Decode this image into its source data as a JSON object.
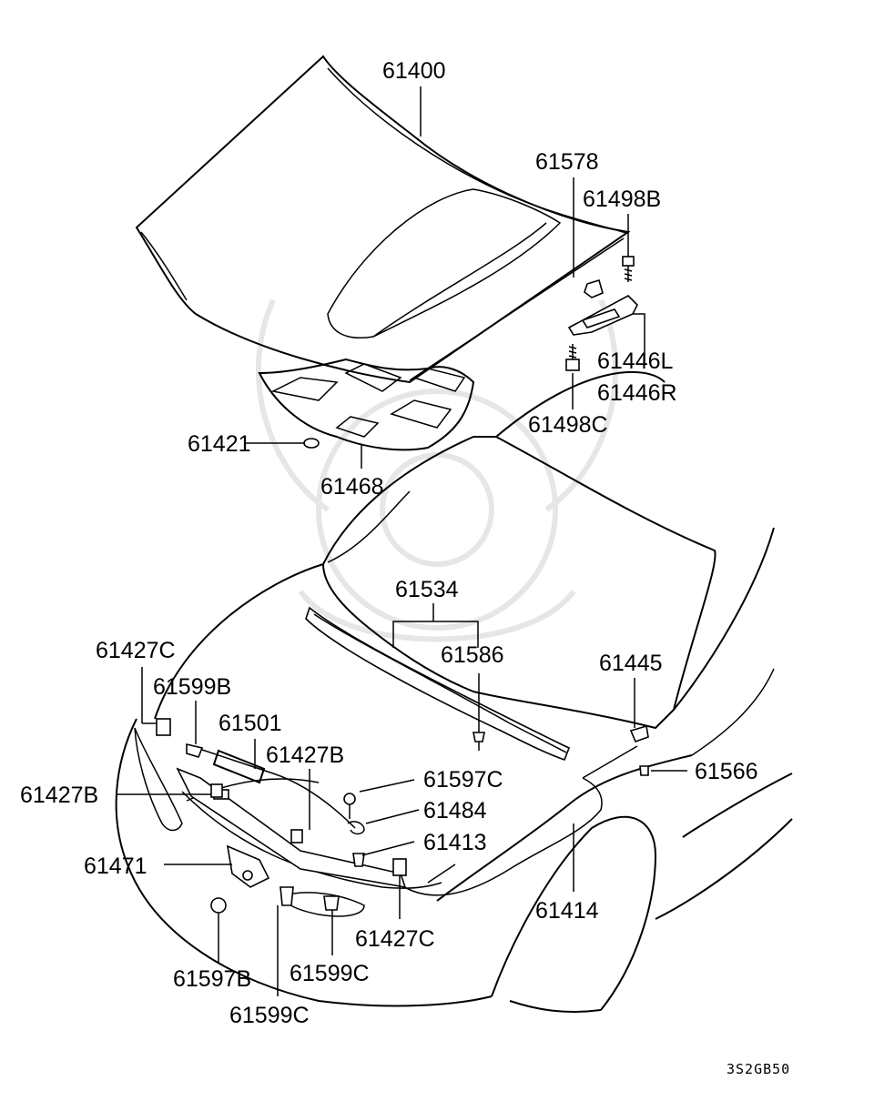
{
  "diagram_code": "3S2GB50",
  "parts": {
    "p61400": "61400",
    "p61578": "61578",
    "p61498B": "61498B",
    "p61446L": "61446L",
    "p61446R": "61446R",
    "p61498C": "61498C",
    "p61421": "61421",
    "p61468": "61468",
    "p61534": "61534",
    "p61586": "61586",
    "p61445": "61445",
    "p61427C_top": "61427C",
    "p61599B": "61599B",
    "p61501": "61501",
    "p61427B_right": "61427B",
    "p61597C": "61597C",
    "p61427B_left": "61427B",
    "p61484": "61484",
    "p61566": "61566",
    "p61413": "61413",
    "p61471": "61471",
    "p61414": "61414",
    "p61427C_bottom": "61427C",
    "p61597B": "61597B",
    "p61599C_mid": "61599C",
    "p61599C_low": "61599C"
  }
}
